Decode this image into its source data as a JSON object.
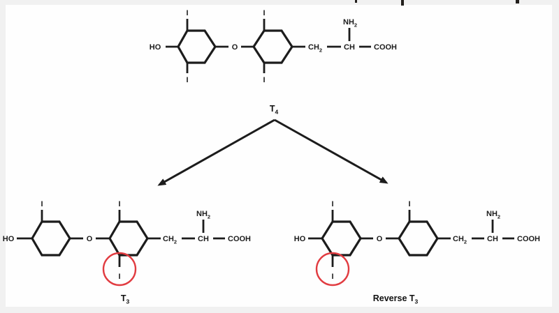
{
  "colors": {
    "ink": "#1c1c1c",
    "highlight_red": "#e13b40",
    "panel_bg": "#fefefe",
    "outer_bg": "#f1f1f1"
  },
  "atoms": {
    "hydroxyl": "HO",
    "oxygen": "O",
    "iodine": "I",
    "ch": "CH",
    "ch2_sub": "2",
    "nh": "NH",
    "nh2_sub": "2",
    "cooh": "COOH"
  },
  "labels": {
    "t4_base": "T",
    "t4_sub": "4",
    "t3_base": "T",
    "t3_sub": "3",
    "reverse_t3_base": "Reverse T",
    "reverse_t3_sub": "3"
  }
}
